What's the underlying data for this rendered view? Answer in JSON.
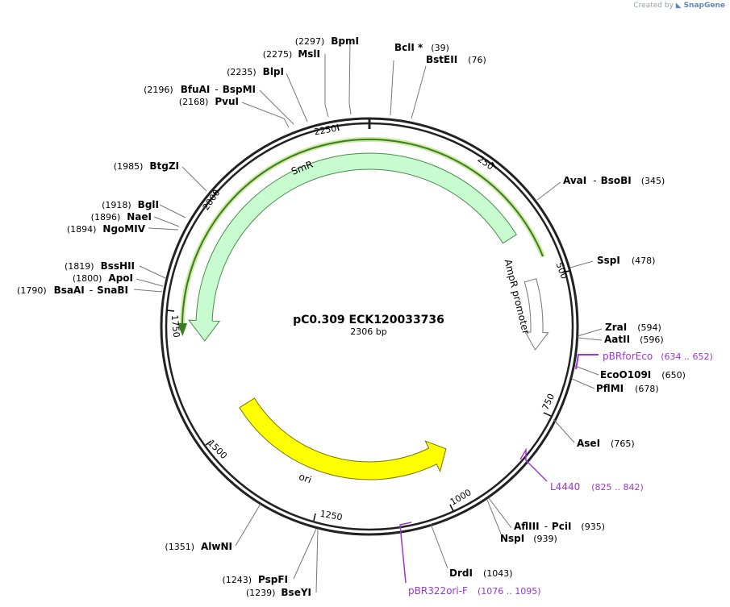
{
  "credit": {
    "prefix": "Created by",
    "brand": "SnapGene"
  },
  "plasmid": {
    "name": "pC0.309 ECK120033736",
    "length_label": "2306 bp",
    "length": 2306
  },
  "colors": {
    "backbone": "#222222",
    "smr_fill": "#c8fcd0",
    "smr_stroke": "#4a8a4a",
    "smr_line": "#3a7d1e",
    "smr_glow": "#cfe9a6",
    "ori_fill": "#ffff00",
    "ori_stroke": "#777700",
    "primer": "#9b35d6",
    "leader": "#777777"
  },
  "ticks": [
    {
      "label": "250"
    },
    {
      "label": "500"
    },
    {
      "label": "750"
    },
    {
      "label": "1000"
    },
    {
      "label": "1250"
    },
    {
      "label": "1500"
    },
    {
      "label": "1750"
    },
    {
      "label": "2000"
    },
    {
      "label": "2250"
    }
  ],
  "features": [
    {
      "name": "SmR"
    },
    {
      "name": "AmpR promoter"
    },
    {
      "name": "ori"
    }
  ],
  "enzymes": [
    {
      "pos": 39,
      "label_left": "BclI *",
      "label_right": "",
      "pos_text": "(39)"
    },
    {
      "pos": 76,
      "label_left": "BstEII",
      "label_right": "",
      "pos_text": "(76)"
    },
    {
      "pos": 345,
      "label_left": "AvaI",
      "label_right": "BsoBI",
      "pos_text": "(345)"
    },
    {
      "pos": 478,
      "label_left": "SspI",
      "label_right": "",
      "pos_text": "(478)"
    },
    {
      "pos": 594,
      "label_left": "ZraI",
      "label_right": "",
      "pos_text": "(594)"
    },
    {
      "pos": 596,
      "label_left": "AatII",
      "label_right": "",
      "pos_text": "(596)"
    },
    {
      "pos": 650,
      "label_left": "EcoO109I",
      "label_right": "",
      "pos_text": "(650)"
    },
    {
      "pos": 678,
      "label_left": "PflMI",
      "label_right": "",
      "pos_text": "(678)"
    },
    {
      "pos": 765,
      "label_left": "AseI",
      "label_right": "",
      "pos_text": "(765)"
    },
    {
      "pos": 935,
      "label_left": "AflIII",
      "label_right": "PciI",
      "pos_text": "(935)"
    },
    {
      "pos": 939,
      "label_left": "NspI",
      "label_right": "",
      "pos_text": "(939)"
    },
    {
      "pos": 1043,
      "label_left": "DrdI",
      "label_right": "",
      "pos_text": "(1043)"
    },
    {
      "pos": 1239,
      "label_left": "BseYI",
      "label_right": "",
      "pos_text": "(1239)"
    },
    {
      "pos": 1243,
      "label_left": "PspFI",
      "label_right": "",
      "pos_text": "(1243)"
    },
    {
      "pos": 1351,
      "label_left": "AlwNI",
      "label_right": "",
      "pos_text": "(1351)"
    },
    {
      "pos": 1790,
      "label_left": "BsaAI",
      "label_right": "SnaBI",
      "pos_text": "(1790)"
    },
    {
      "pos": 1800,
      "label_left": "ApoI",
      "label_right": "",
      "pos_text": "(1800)"
    },
    {
      "pos": 1819,
      "label_left": "BssHII",
      "label_right": "",
      "pos_text": "(1819)"
    },
    {
      "pos": 1894,
      "label_left": "NgoMIV",
      "label_right": "",
      "pos_text": "(1894)"
    },
    {
      "pos": 1896,
      "label_left": "NaeI",
      "label_right": "",
      "pos_text": "(1896)"
    },
    {
      "pos": 1918,
      "label_left": "BglI",
      "label_right": "",
      "pos_text": "(1918)"
    },
    {
      "pos": 1985,
      "label_left": "BtgZI",
      "label_right": "",
      "pos_text": "(1985)"
    },
    {
      "pos": 2168,
      "label_left": "PvuI",
      "label_right": "",
      "pos_text": "(2168)"
    },
    {
      "pos": 2196,
      "label_left": "BfuAI",
      "label_right": "BspMI",
      "pos_text": "(2196)"
    },
    {
      "pos": 2235,
      "label_left": "BlpI",
      "label_right": "",
      "pos_text": "(2235)"
    },
    {
      "pos": 2275,
      "label_left": "MslI",
      "label_right": "",
      "pos_text": "(2275)"
    },
    {
      "pos": 2297,
      "label_left": "BpmI",
      "label_right": "",
      "pos_text": "(2297)"
    }
  ],
  "primers": [
    {
      "name": "pBRforEco",
      "range_text": "(634 .. 652)",
      "start": 634,
      "end": 652
    },
    {
      "name": "L4440",
      "range_text": "(825 .. 842)",
      "start": 825,
      "end": 842
    },
    {
      "name": "pBR322ori-F",
      "range_text": "(1076 .. 1095)",
      "start": 1076,
      "end": 1095
    }
  ]
}
